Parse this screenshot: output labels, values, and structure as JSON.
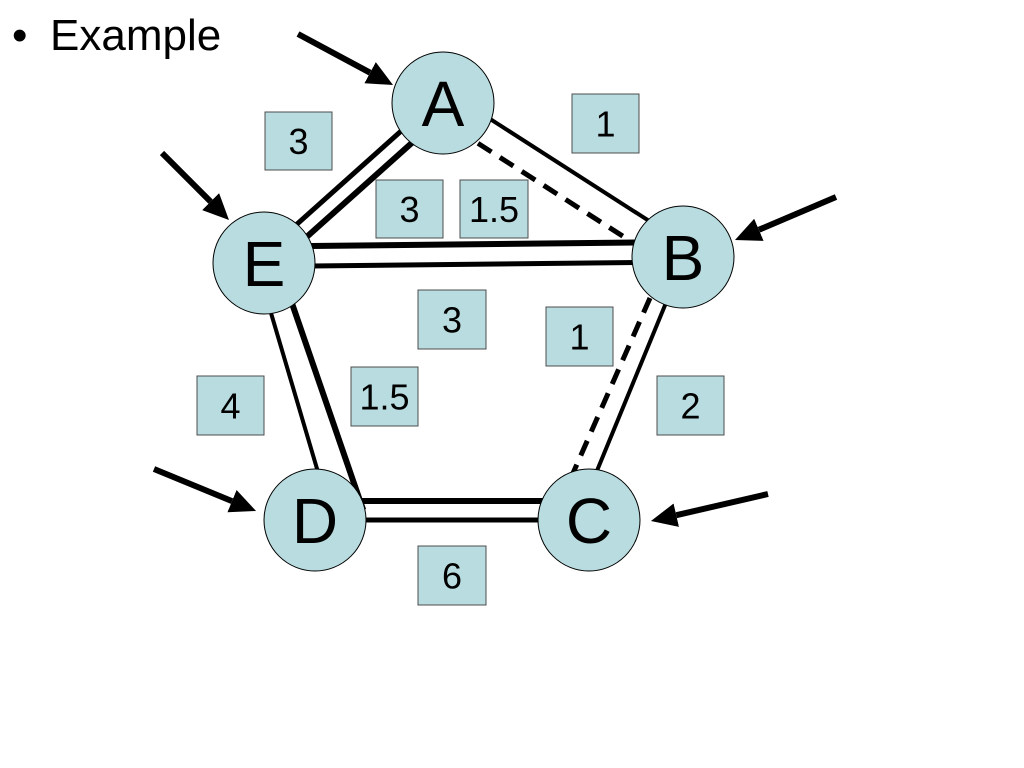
{
  "slide": {
    "bullet": "•",
    "heading": "Example"
  },
  "nodes": {
    "a": "A",
    "b": "B",
    "c": "C",
    "d": "D",
    "e": "E"
  },
  "weights": [
    "3",
    "1",
    "3",
    "1.5",
    "3",
    "1",
    "4",
    "1.5",
    "2",
    "6"
  ],
  "colors": {
    "node_fill": "#b8dcdf",
    "box_fill": "#b8dcdf",
    "line": "#000000"
  }
}
